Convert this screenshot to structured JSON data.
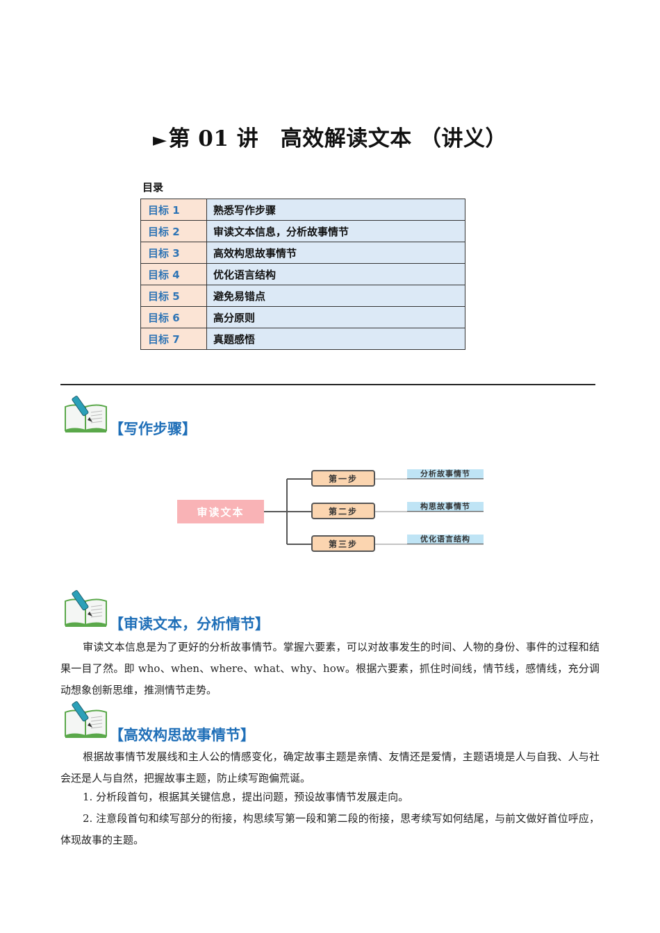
{
  "document": {
    "title_marker": "►",
    "title": "第 01 讲　高效解读文本 （讲义）"
  },
  "toc": {
    "label": "目录",
    "rows": [
      {
        "key": "目标 1",
        "value": "熟悉写作步骤"
      },
      {
        "key": "目标 2",
        "value": "审读文本信息，分析故事情节"
      },
      {
        "key": "目标 3",
        "value": "高效构思故事情节"
      },
      {
        "key": "目标 4",
        "value": "优化语言结构"
      },
      {
        "key": "目标 5",
        "value": "避免易错点"
      },
      {
        "key": "目标 6",
        "value": "高分原则"
      },
      {
        "key": "目标 7",
        "value": "真题感悟"
      }
    ]
  },
  "sections": [
    {
      "heading": "【写作步骤】",
      "icon": "book-pencil-icon",
      "diagram": {
        "root": "审读文本",
        "steps": [
          {
            "label": "第一步",
            "result": "分析故事情节"
          },
          {
            "label": "第二步",
            "result": "构思故事情节"
          },
          {
            "label": "第三步",
            "result": "优化语言结构"
          }
        ]
      }
    },
    {
      "heading": "【审读文本，分析情节】",
      "icon": "book-pencil-icon",
      "paragraphs": [
        "审读文本信息是为了更好的分析故事情节。掌握六要素，可以对故事发生的时间、人物的身份、事件的过程和结果一目了然。即 who、when、where、what、why、how。根据六要素，抓住时间线，情节线，感情线，充分调动想象创新思维，推测情节走势。"
      ]
    },
    {
      "heading": "【高效构思故事情节】",
      "icon": "book-pencil-icon",
      "paragraphs": [
        "根据故事情节发展线和主人公的情感变化，确定故事主题是亲情、友情还是爱情，主题语境是人与自我、人与社会还是人与自然，把握故事主题，防止续写跑偏荒诞。",
        "1. 分析段首句，根据其关键信息，提出问题，预设故事情节发展走向。",
        "2. 注意段首句和续写部分的衔接，构思续写第一段和第二段的衔接，思考续写如何结尾，与前文做好首位呼应，体现故事的主题。"
      ]
    }
  ],
  "colors": {
    "heading_blue": "#1f6fb8",
    "toc_key_bg": "#fbe4d5",
    "toc_key_text": "#2e74b5",
    "toc_value_bg": "#dce9f6",
    "root_node_bg": "#f9b3b6",
    "step_node_bg": "#fbd5b0",
    "leaf_node_bg": "#bfe4f5"
  }
}
